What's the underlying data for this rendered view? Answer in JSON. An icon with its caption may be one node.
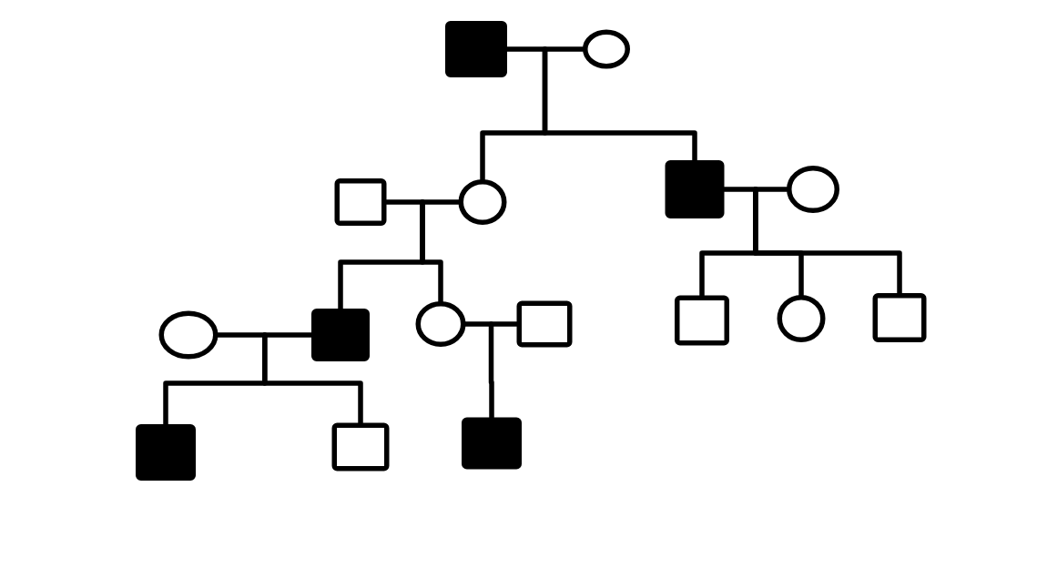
{
  "diagram": {
    "nodes": [
      {
        "text": [],
        "shape": "filled-square"
      },
      {
        "text": [],
        "shape": "circle"
      },
      {
        "text": [],
        "shape": "square"
      },
      {
        "text": [],
        "shape": "circle"
      },
      {
        "text": [],
        "shape": "filled-square"
      },
      {
        "text": [],
        "shape": "circle"
      },
      {
        "text": [],
        "shape": "circle"
      },
      {
        "text": [],
        "shape": "filled-square"
      },
      {
        "text": [],
        "shape": "circle"
      },
      {
        "text": [],
        "shape": "square"
      },
      {
        "text": [],
        "shape": "square"
      },
      {
        "text": [],
        "shape": "circle"
      },
      {
        "text": [],
        "shape": "square"
      },
      {
        "text": [],
        "shape": "filled-square"
      },
      {
        "text": [],
        "shape": "square"
      },
      {
        "text": [],
        "shape": "filled-square"
      }
    ],
    "edges": [
      {
        "from": 0,
        "to": 1,
        "arrow": "none"
      },
      {
        "from": 0,
        "to": 3,
        "arrow": "none"
      },
      {
        "from": 1,
        "to": 3,
        "arrow": "none"
      },
      {
        "from": 0,
        "to": 4,
        "arrow": "none"
      },
      {
        "from": 1,
        "to": 4,
        "arrow": "none"
      },
      {
        "from": 2,
        "to": 3,
        "arrow": "none"
      },
      {
        "from": 2,
        "to": 7,
        "arrow": "none"
      },
      {
        "from": 3,
        "to": 7,
        "arrow": "none"
      },
      {
        "from": 2,
        "to": 8,
        "arrow": "none"
      },
      {
        "from": 3,
        "to": 8,
        "arrow": "none"
      },
      {
        "from": 4,
        "to": 5,
        "arrow": "none"
      },
      {
        "from": 4,
        "to": 10,
        "arrow": "none"
      },
      {
        "from": 5,
        "to": 10,
        "arrow": "none"
      },
      {
        "from": 4,
        "to": 11,
        "arrow": "none"
      },
      {
        "from": 5,
        "to": 11,
        "arrow": "none"
      },
      {
        "from": 4,
        "to": 12,
        "arrow": "none"
      },
      {
        "from": 5,
        "to": 12,
        "arrow": "none"
      },
      {
        "from": 6,
        "to": 7,
        "arrow": "none"
      },
      {
        "from": 6,
        "to": 13,
        "arrow": "none"
      },
      {
        "from": 7,
        "to": 13,
        "arrow": "none"
      },
      {
        "from": 6,
        "to": 14,
        "arrow": "none"
      },
      {
        "from": 7,
        "to": 14,
        "arrow": "none"
      },
      {
        "from": 8,
        "to": 9,
        "arrow": "none"
      },
      {
        "from": 8,
        "to": 15,
        "arrow": "none"
      },
      {
        "from": 9,
        "to": 15,
        "arrow": "none"
      }
    ]
  }
}
